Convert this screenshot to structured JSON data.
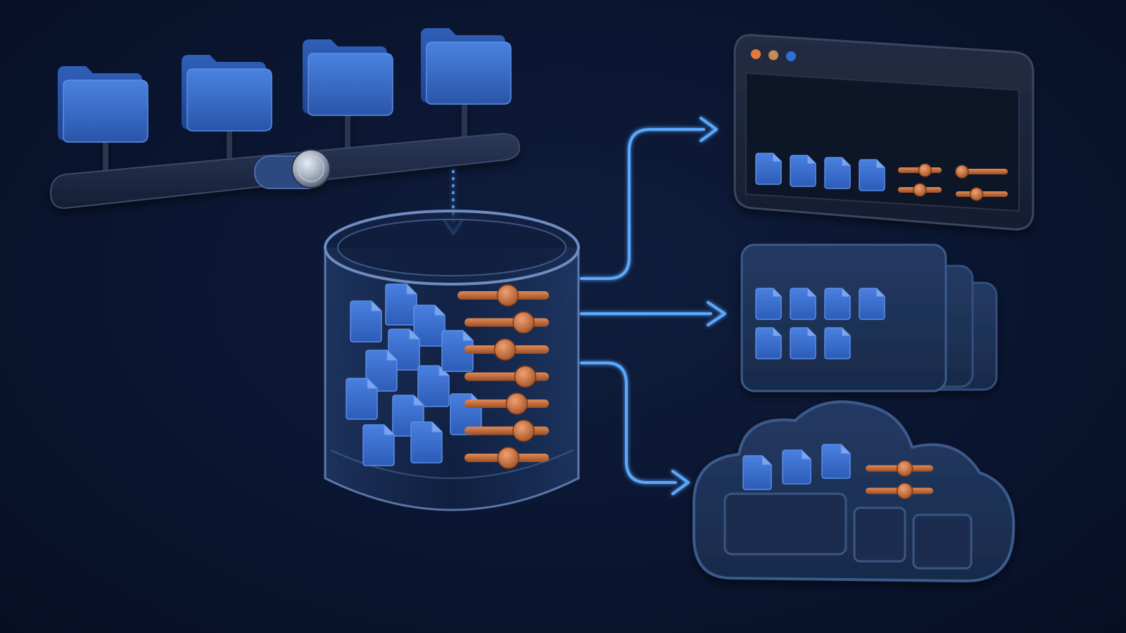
{
  "colors": {
    "background": "#0a1530",
    "folder_blue": "#3568c4",
    "file_blue": "#3a6fd0",
    "slider_copper": "#c9703f",
    "flow_arrow": "#5aa8ff",
    "panel_dark": "#1a2238",
    "panel_navy": "#1e3358"
  },
  "diagram": {
    "source_folder_count": 4,
    "storage_file_count": 12,
    "storage_slider_count": 7,
    "window_traffic_lights": [
      "#e07a3f",
      "#c48a58",
      "#2f6fd8"
    ],
    "window_file_count": 4,
    "window_slider_count": 4,
    "stack_file_count": 7,
    "cloud_file_count": 3,
    "cloud_slider_count": 2,
    "cloud_block_count": 3,
    "flow_arrow_count": 3
  }
}
